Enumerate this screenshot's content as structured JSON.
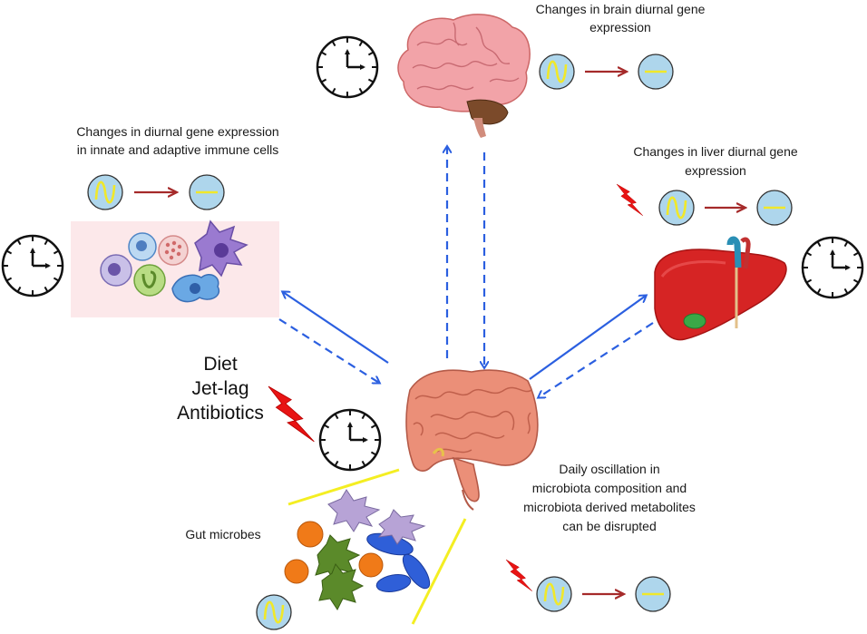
{
  "labels": {
    "brain_title_line1": "Changes in brain diurnal gene",
    "brain_title_line2": "expression",
    "immune_title_line1": "Changes in diurnal gene expression",
    "immune_title_line2": "in innate and adaptive immune cells",
    "liver_title_line1": "Changes in liver diurnal gene",
    "liver_title_line2": "expression",
    "disruptors": [
      "Diet",
      "Jet-lag",
      "Antibiotics"
    ],
    "gut_microbes": "Gut microbes",
    "microbiota_line1": "Daily oscillation in",
    "microbiota_line2": "microbiota composition and",
    "microbiota_line3": "microbiota derived metabolites",
    "microbiota_line4": "can be disrupted"
  },
  "colors": {
    "arrow_blue": "#2b5fe0",
    "transition_arrow": "#a52a2a",
    "cell_fill": "#aed6ec",
    "wave": "#f0e82a",
    "bolt": "#e81414",
    "liver": "#d62424",
    "brain": "#f2a3a8",
    "intestine": "#eb8f78",
    "gut_separator": "#f4ee22"
  },
  "icons": [
    "clock-icon",
    "lightning-bolt-icon",
    "oscillation-cell-icon",
    "flat-cell-icon",
    "brain-icon",
    "liver-icon",
    "intestine-icon",
    "immune-cells-icon",
    "microbe-icon"
  ]
}
